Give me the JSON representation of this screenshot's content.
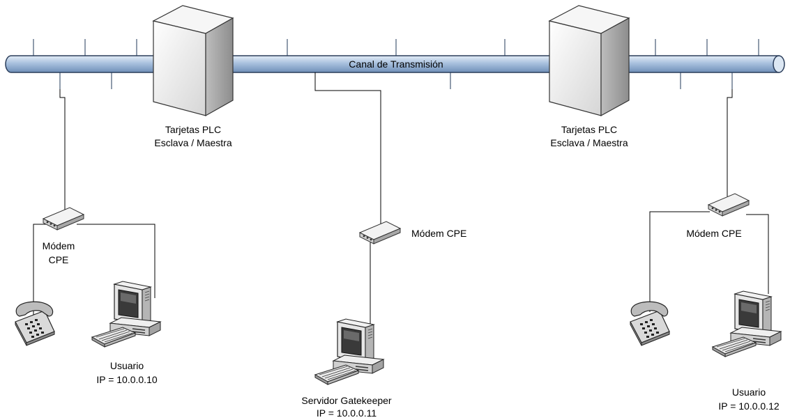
{
  "channel": {
    "label": "Canal de Transmisión"
  },
  "plc_cards": [
    {
      "line1": "Tarjetas PLC",
      "line2": "Esclava / Maestra"
    },
    {
      "line1": "Tarjetas PLC",
      "line2": "Esclava / Maestra"
    }
  ],
  "modems": [
    {
      "line1": "Módem",
      "line2": "CPE"
    },
    {
      "label": "Módem CPE"
    },
    {
      "label": "Módem CPE"
    }
  ],
  "hosts": [
    {
      "name": "Usuario",
      "ip": "IP = 10.0.0.10"
    },
    {
      "name": "Servidor Gatekeeper",
      "ip": "IP = 10.0.0.11"
    },
    {
      "name": "Usuario",
      "ip": "IP = 10.0.0.12"
    }
  ],
  "colors": {
    "channel_fill": "#b7cbe3",
    "channel_stroke": "#2a3d5a",
    "plc_box_fill": "#e9e9e9",
    "line": "#000000"
  },
  "icons": [
    "plc-card-icon",
    "modem-icon",
    "telephone-icon",
    "computer-icon"
  ]
}
